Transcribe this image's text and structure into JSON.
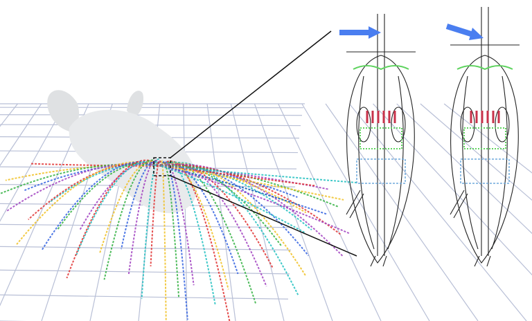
{
  "colors": {
    "background": "#ffffff",
    "grid": "#b8bfd6",
    "body": "#e8eaec",
    "arrow": "#4a7ef0",
    "outline": "#222222",
    "green_tissue": "#5fd35f",
    "red_tissue": "#c8324a",
    "blue_tissue": "#6fa8dc",
    "ray_colors": [
      "#e03030",
      "#f0c020",
      "#30b040",
      "#3060e0",
      "#a040c0",
      "#20c0c0"
    ]
  },
  "figure": {
    "left_panel": "3d-scene-with-rays",
    "right_panels": [
      "anatomy-section-a",
      "anatomy-section-b"
    ],
    "icons": [
      "arrow-icon",
      "arrow-icon"
    ]
  }
}
